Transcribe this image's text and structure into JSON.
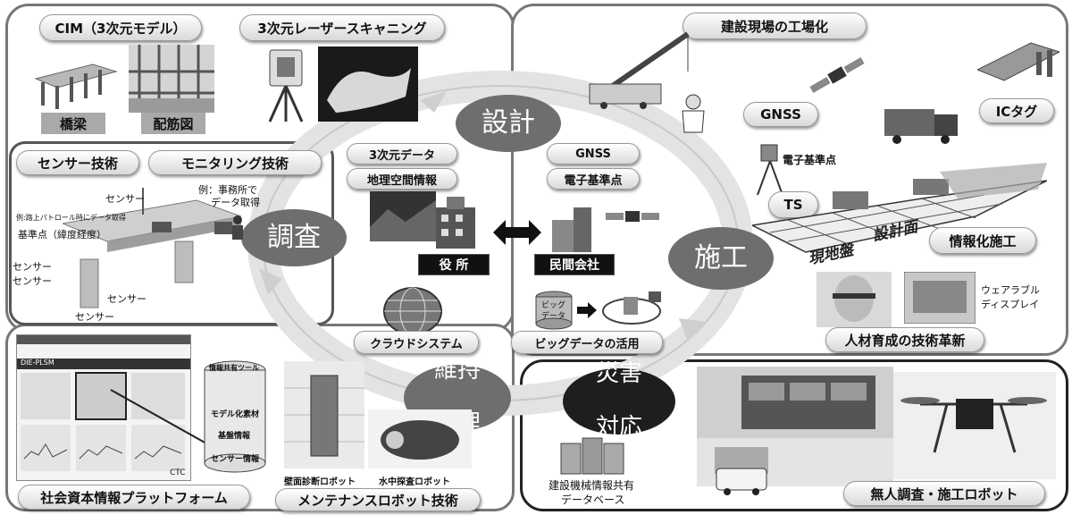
{
  "phases": {
    "survey": "調査",
    "design": "設計",
    "construction": "施工",
    "maintenance": [
      "維持",
      "管理"
    ],
    "disaster": [
      "災害",
      "対応"
    ]
  },
  "top_left": {
    "cim": "CIM（3次元モデル）",
    "laser": "3次元レーザースキャニング",
    "bridge": "橋梁",
    "rebar": "配筋図"
  },
  "sensor_panel": {
    "sensor_tech": "センサー技術",
    "monitoring": "モニタリング技術",
    "sensor_label": "センサー",
    "patrol_note": "例:路上パトロール時にデータ取得",
    "benchmark": "基準点（緯度経度）",
    "office_note": [
      "例：事務所で",
      "データ取得"
    ]
  },
  "center": {
    "data3d": "3次元データ",
    "geo": "地理空間情報",
    "gnss": "GNSS",
    "ref_point": "電子基準点",
    "office": "役 所",
    "private": "民間会社",
    "cloud": "クラウドシステム",
    "bigdata": "ビッグデータの活用",
    "bigdata_icon": [
      "ビッグ",
      "データ"
    ]
  },
  "top_right": {
    "title": "建設現場の工場化",
    "gnss": "GNSS",
    "ic_tag": "ICタグ",
    "ref_point": "電子基準点",
    "ts": "TS",
    "design_surface": "設計面",
    "ground": "現地盤",
    "it_construction": "情報化施工",
    "wearable": [
      "ウェアラブル",
      "ディスプレイ"
    ],
    "hr": "人材育成の技術革新"
  },
  "bottom_left": {
    "platform": "社会資本情報プラットフォーム",
    "screen_title": "DIE-PLSM",
    "info_share": "情報共有ツール",
    "model": "モデル化素材",
    "base_info": "基盤情報",
    "sensor_info": "センサー情報",
    "wall_robot": "壁面診断ロボット",
    "underwater_robot": "水中探査ロボット",
    "maintenance_robot": "メンテナンスロボット技術",
    "ctc": "CTC"
  },
  "bottom_right": {
    "database": [
      "建設機械情報共有",
      "データベース"
    ],
    "unmanned": "無人調査・施工ロボット"
  }
}
